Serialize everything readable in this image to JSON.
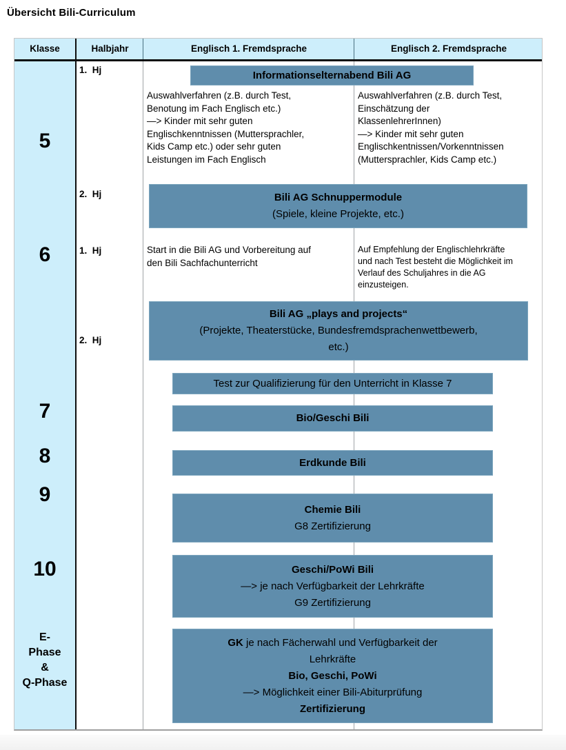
{
  "title": "Übersicht Bili-Curriculum",
  "colors": {
    "box_blue": "#5f8dac",
    "header_blue": "#cdeefb"
  },
  "header": {
    "klasse": "Klasse",
    "halbjahr": "Halbjahr",
    "eng1": "Englisch 1. Fremdsprache",
    "eng2": "Englisch 2. Fremdsprache"
  },
  "klasse": {
    "k5": "5",
    "k6": "6",
    "k7": "7",
    "k8": "8",
    "k9": "9",
    "k10": "10",
    "ephase": "E-\nPhase\n&\nQ-Phase"
  },
  "hj": {
    "r5h1": "1.  Hj",
    "r5h2": "2.  Hj",
    "r6h1": "1.  Hj",
    "r6h2": "2.  Hj"
  },
  "cells": {
    "r5c1": "Auswahlverfahren (z.B. durch Test,\nBenotung im Fach Englisch etc.)\n—> Kinder mit sehr guten\nEnglischkenntnissen (Muttersprachler,\nKids Camp etc.) oder sehr guten\nLeistungen im Fach Englisch",
    "r5c2": "Auswahlverfahren (z.B. durch Test,\nEinschätzung der\nKlassenlehrerInnen)\n—> Kinder mit sehr guten\nEnglischkentnissen/Vorkenntnissen\n(Muttersprachler, Kids Camp etc.)",
    "r6c1": "Start in die Bili AG und Vorbereitung auf\nden Bili Sachfachunterricht",
    "r6c2": "Auf Empfehlung der Englischlehrkräfte\nund nach Test besteht die Möglichkeit im\nVerlauf des Schuljahres in die AG\neinzusteigen."
  },
  "boxes": {
    "info": {
      "title": "Informationselternabend Bili AG"
    },
    "schnupper": {
      "title": "Bili AG Schnuppermodule",
      "subtitle": "(Spiele, kleine Projekte, etc.)"
    },
    "plays": {
      "title": "Bili AG „plays and projects“",
      "subtitle": "(Projekte, Theaterstücke, Bundesfremdsprachenwettbewerb, etc.)"
    },
    "test7": {
      "title": "Test zur Qualifizierung für den Unterricht in Klasse 7"
    },
    "bio": {
      "title": "Bio/Geschi Bili"
    },
    "erdkunde": {
      "title": "Erdkunde Bili"
    },
    "chemie": {
      "title": "Chemie Bili",
      "subtitle": "G8 Zertifizierung"
    },
    "geschipowi": {
      "title": "Geschi/PoWi Bili",
      "line2": "—> je nach Verfügbarkeit der Lehrkräfte",
      "line3": "G9 Zertifizierung"
    },
    "gk": {
      "lead_bold": "GK",
      "lead_rest": " je nach Fächerwahl und Verfügbarkeit der Lehrkräfte",
      "line2": "Bio, Geschi, PoWi",
      "line3": "—> Möglichkeit einer Bili-Abiturprüfung",
      "line4": "Zertifizierung"
    }
  }
}
